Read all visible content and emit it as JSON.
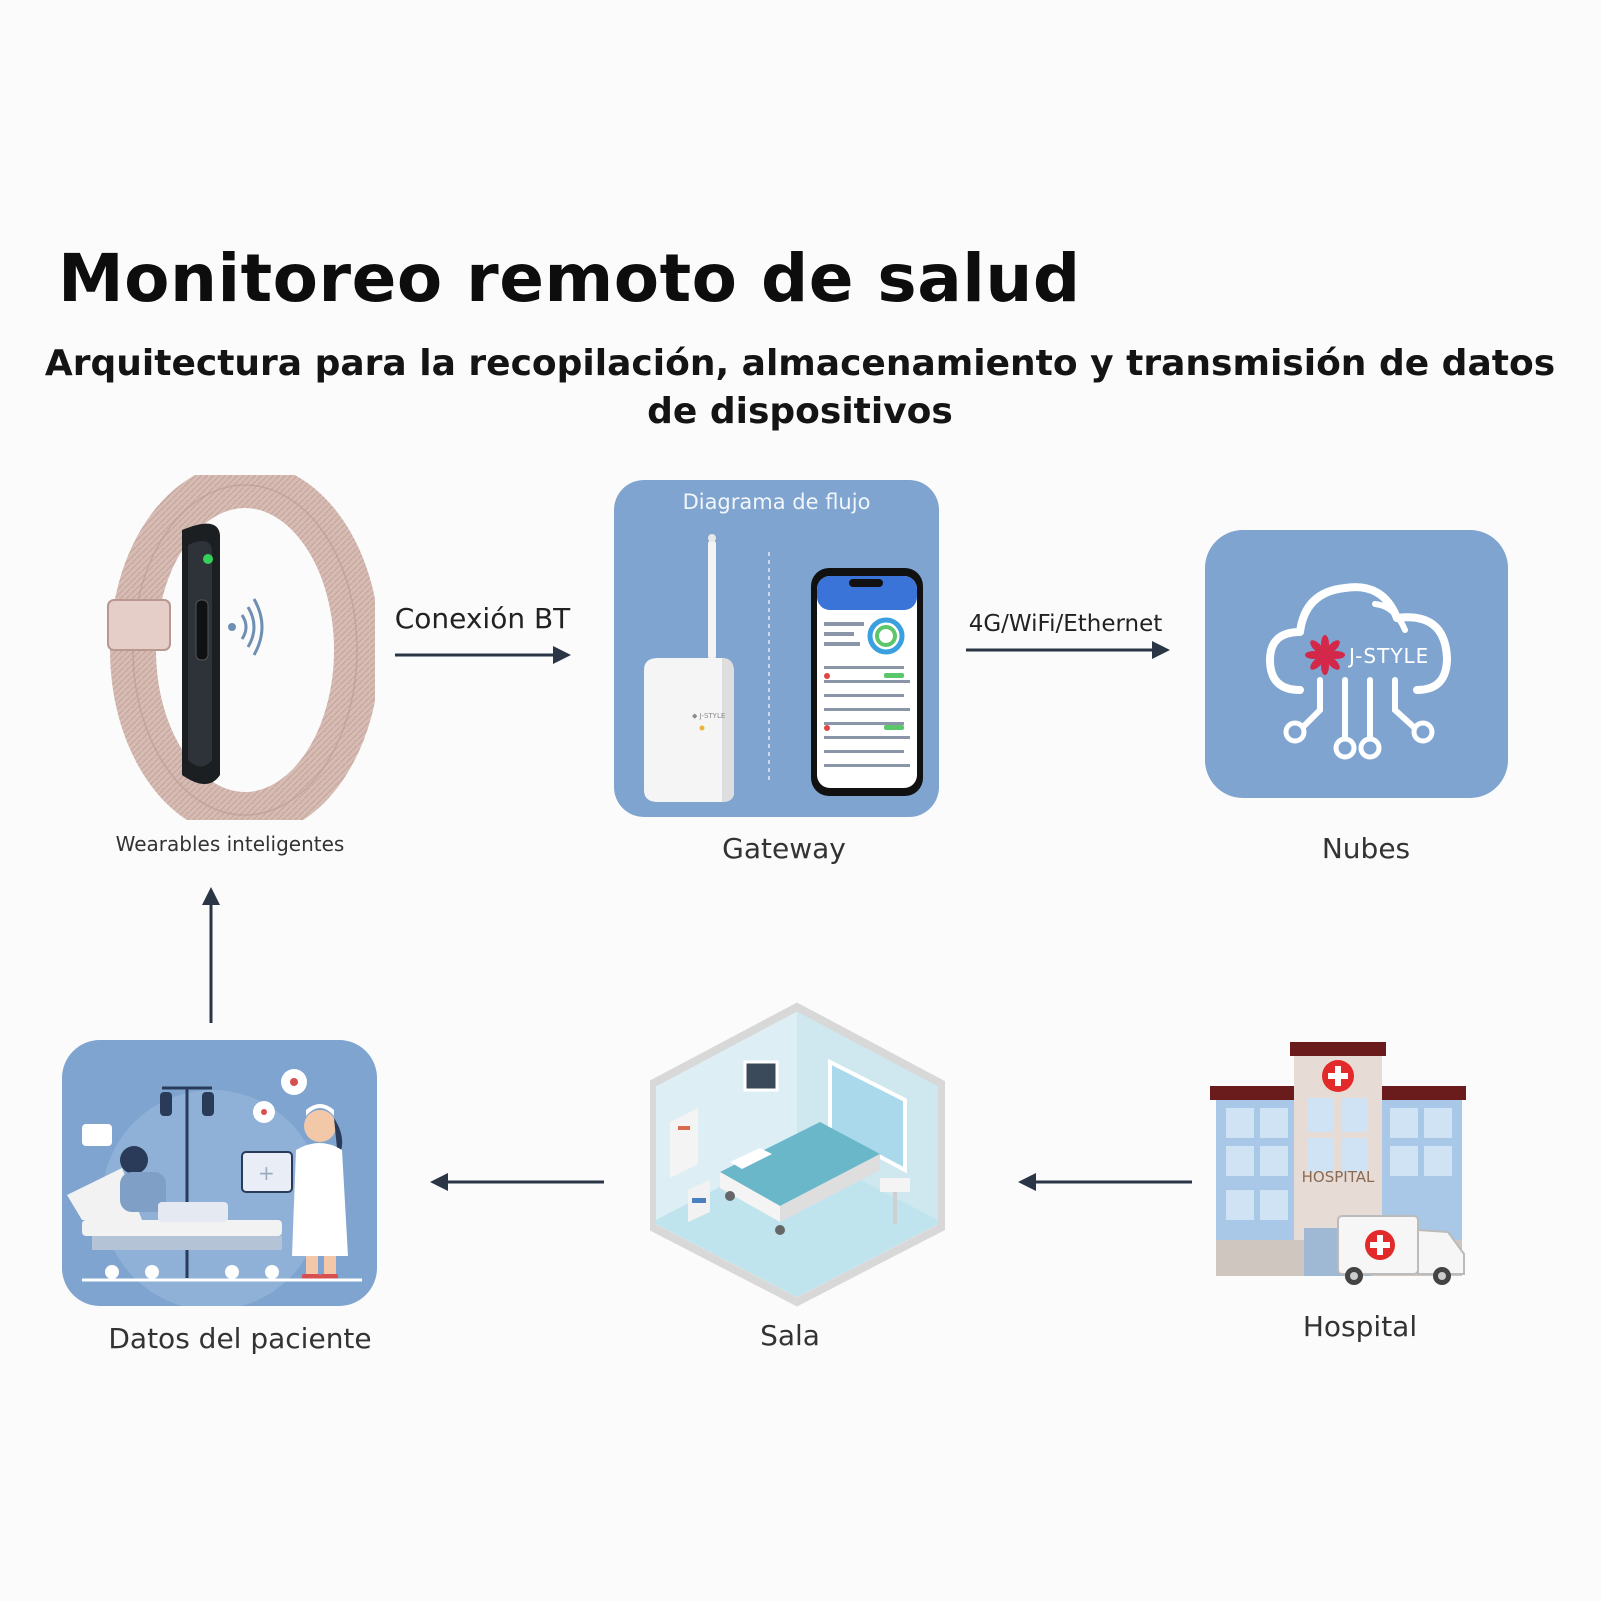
{
  "header": {
    "title": "Monitoreo remoto de salud",
    "subtitle": "Arquitectura para la recopilación, almacenamiento y transmisión de datos de dispositivos"
  },
  "nodes": {
    "wearables": "Wearables inteligentes",
    "gateway": "Gateway",
    "gateway_header": "Diagrama de flujo",
    "clouds": "Nubes",
    "cloud_brand": "J-STYLE",
    "patient_data": "Datos del paciente",
    "ward": "Sala",
    "hospital": "Hospital",
    "hospital_sign": "HOSPITAL"
  },
  "connections": {
    "bt": "Conexión BT",
    "network": "4G/WiFi/Ethernet"
  },
  "colors": {
    "card": "#7ea4cf",
    "arrow": "#2a3545"
  }
}
